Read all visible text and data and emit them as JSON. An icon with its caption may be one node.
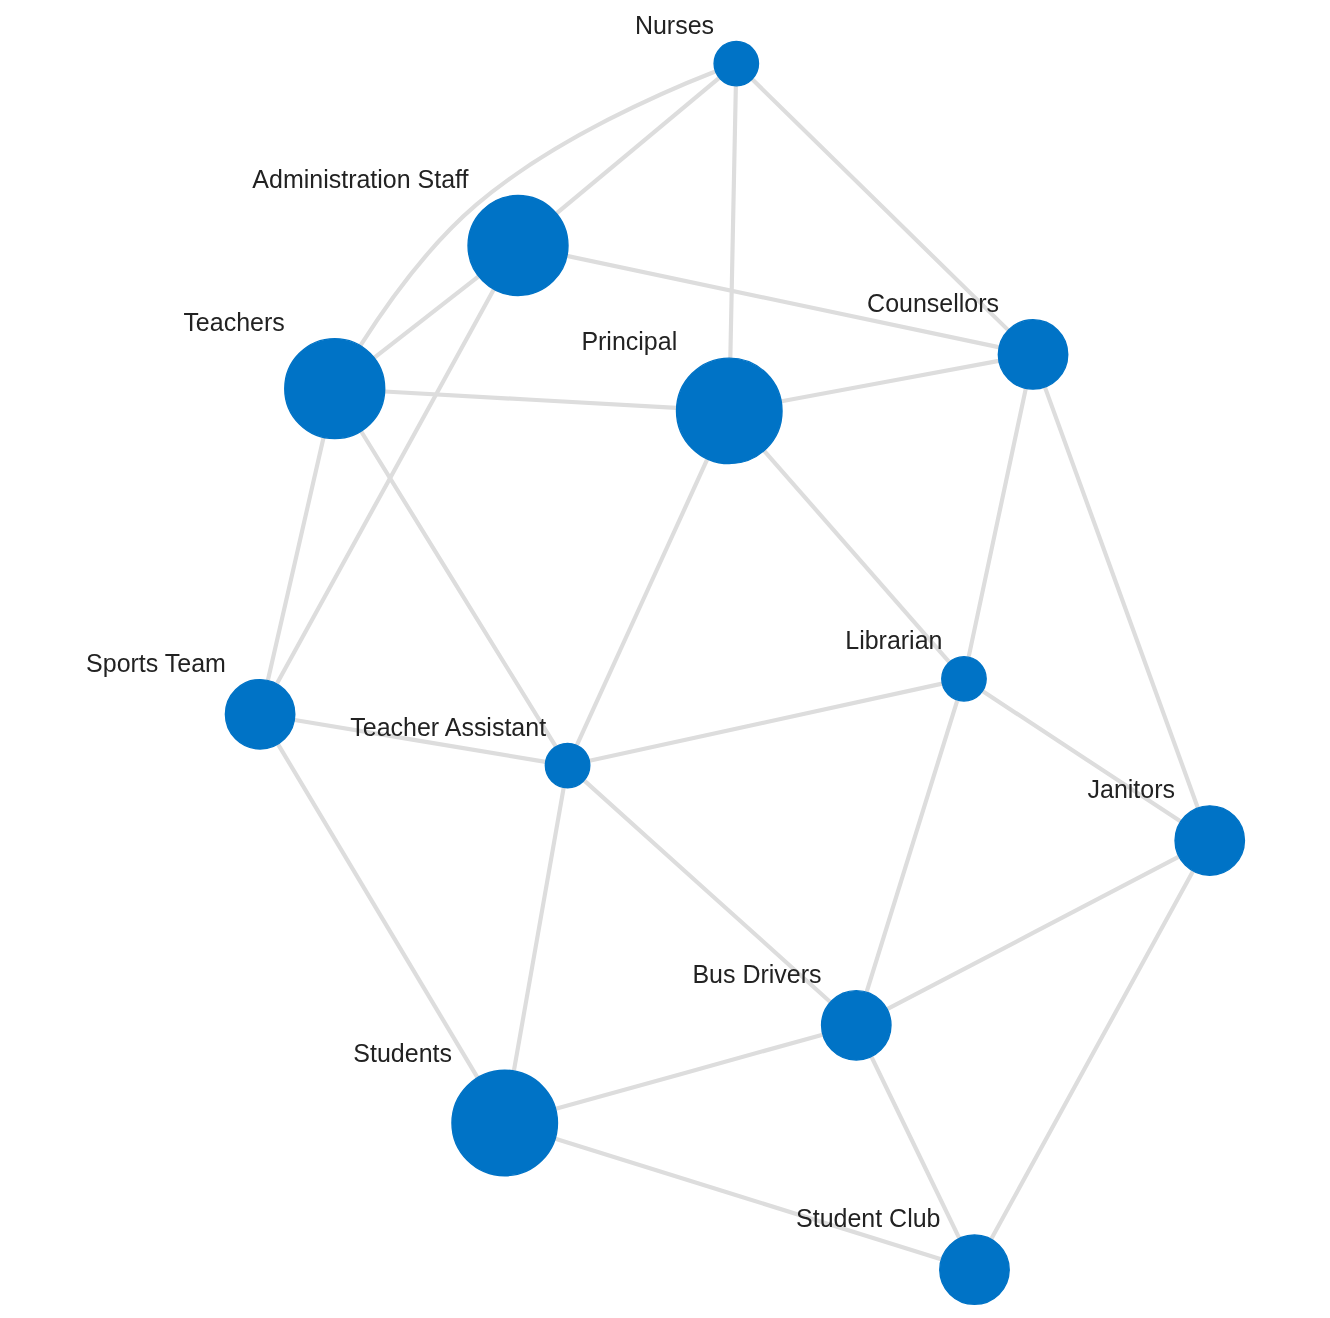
{
  "diagram": {
    "nodes": [
      {
        "text": [
          "Administration Staff"
        ]
      },
      {
        "text": [
          "Sports Team"
        ]
      },
      {
        "text": [
          "Nurses"
        ]
      },
      {
        "text": [
          "Counsellors"
        ]
      },
      {
        "text": [
          "Teachers"
        ]
      },
      {
        "text": [
          "Principal"
        ]
      },
      {
        "text": [
          "Teacher Assistant"
        ]
      },
      {
        "text": [
          "Librarian"
        ]
      },
      {
        "text": [
          "Students"
        ]
      },
      {
        "text": [
          "Bus Drivers"
        ]
      },
      {
        "text": [
          "Janitors"
        ]
      },
      {
        "text": [
          "Student Club"
        ]
      }
    ],
    "edges": [
      {
        "from": 0,
        "to": 1,
        "arrow": "none"
      },
      {
        "from": 0,
        "to": 3,
        "arrow": "none"
      },
      {
        "from": 0,
        "to": 2,
        "arrow": "none"
      },
      {
        "from": 0,
        "to": 4,
        "arrow": "none"
      },
      {
        "from": 1,
        "to": 4,
        "arrow": "none"
      },
      {
        "from": 1,
        "to": 6,
        "arrow": "none"
      },
      {
        "from": 1,
        "to": 8,
        "arrow": "none"
      },
      {
        "from": 2,
        "to": 3,
        "arrow": "none"
      },
      {
        "from": 2,
        "to": 4,
        "arrow": "none"
      },
      {
        "from": 2,
        "to": 5,
        "arrow": "none"
      },
      {
        "from": 3,
        "to": 5,
        "arrow": "none"
      },
      {
        "from": 3,
        "to": 7,
        "arrow": "none"
      },
      {
        "from": 3,
        "to": 10,
        "arrow": "none"
      },
      {
        "from": 4,
        "to": 5,
        "arrow": "none"
      },
      {
        "from": 4,
        "to": 6,
        "arrow": "none"
      },
      {
        "from": 5,
        "to": 6,
        "arrow": "none"
      },
      {
        "from": 5,
        "to": 7,
        "arrow": "none"
      },
      {
        "from": 6,
        "to": 7,
        "arrow": "none"
      },
      {
        "from": 6,
        "to": 9,
        "arrow": "none"
      },
      {
        "from": 6,
        "to": 8,
        "arrow": "none"
      },
      {
        "from": 7,
        "to": 9,
        "arrow": "none"
      },
      {
        "from": 7,
        "to": 10,
        "arrow": "none"
      },
      {
        "from": 8,
        "to": 9,
        "arrow": "none"
      },
      {
        "from": 8,
        "to": 11,
        "arrow": "none"
      },
      {
        "from": 9,
        "to": 10,
        "arrow": "none"
      },
      {
        "from": 9,
        "to": 11,
        "arrow": "none"
      },
      {
        "from": 10,
        "to": 11,
        "arrow": "none"
      }
    ]
  }
}
